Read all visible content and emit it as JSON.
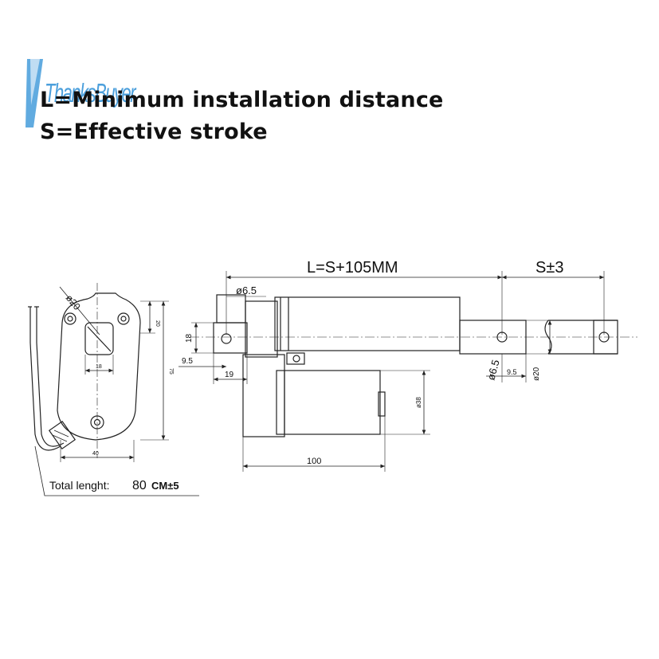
{
  "headings": {
    "line1": "L=Minimum installation distance",
    "line2": "S=Effective stroke"
  },
  "watermark": {
    "text": "ThanksBuyer",
    "color": "#2c8fd6"
  },
  "dimensions": {
    "overall_length": "L=S+105MM",
    "stroke": "S±3",
    "rear_hole": "ø6.5",
    "rear_height": "18",
    "rear_offset": "9.5",
    "rear_width": "19",
    "front_hole": "ø6.5",
    "front_offset": "9.5",
    "rod_dia": "ø20",
    "motor_dia": "ø38",
    "body_length": "100",
    "flange_hole": "ø20",
    "flange_top": "20",
    "flange_inner": "18",
    "flange_height": "75",
    "flange_width": "40"
  },
  "cable": {
    "label": "Total lenght:",
    "value": "80",
    "unit": "CM±5"
  },
  "colors": {
    "line": "#222222",
    "text": "#111111"
  }
}
